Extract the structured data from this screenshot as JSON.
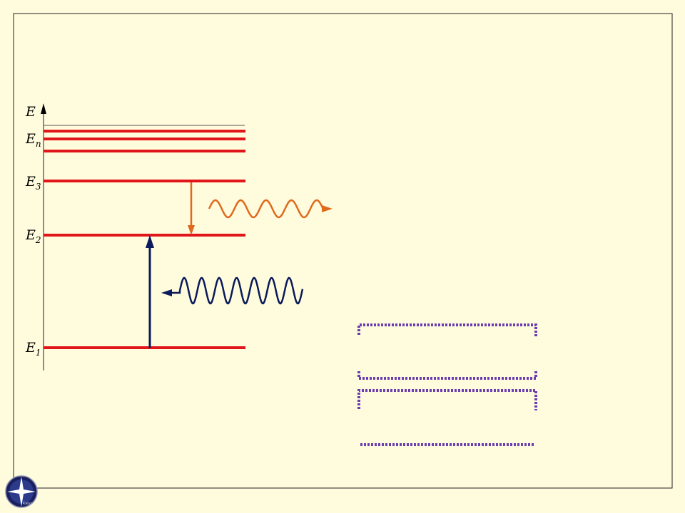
{
  "diagram": {
    "axis_label": "E",
    "levels": [
      {
        "main": "E",
        "sub": "n"
      },
      {
        "main": "E",
        "sub": "3"
      },
      {
        "main": "E",
        "sub": "2"
      },
      {
        "main": "E",
        "sub": "1"
      }
    ]
  },
  "colors": {
    "background": "#fffbdd",
    "energy_level": "#e0161a",
    "emission": "#e06a1c",
    "absorption": "#0a1a5a",
    "dotted_frame": "#6a3db0"
  },
  "logo": {
    "text": "Kaiyi"
  }
}
